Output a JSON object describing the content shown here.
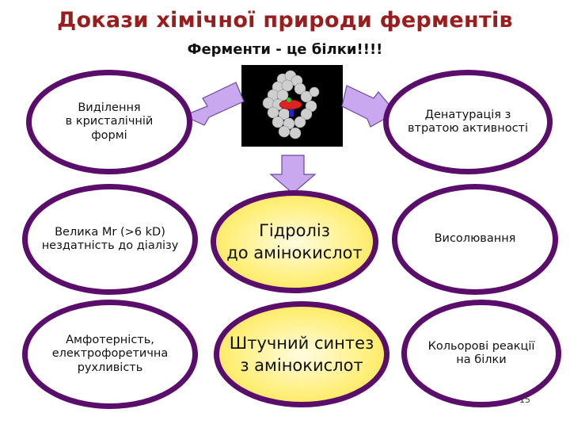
{
  "title": "Докази хімічної природи ферментів",
  "subtitle": "Ферменти - це білки!!!!",
  "nodes": {
    "crystal": [
      "Виділення",
      "в кристалічній",
      "формі"
    ],
    "denaturation": [
      "Денатурація з",
      "втратою активності"
    ],
    "mass": [
      "Велика Mr (>6 kD)",
      "нездатність до діалізу"
    ],
    "hydrolysis": [
      "Гідроліз",
      "до амінокислот"
    ],
    "salting": [
      "Висолювання"
    ],
    "amphoteric": [
      "Амфотерність,",
      "електрофоретична",
      "рухливість"
    ],
    "synthesis": [
      "Штучний синтез",
      "з амінокислот"
    ],
    "color": [
      "Кольорові реакції",
      "на білки"
    ]
  },
  "page_number": "15",
  "colors": {
    "ellipse_border": "#5a0d6b",
    "arrow_fill": "#c9a8f0",
    "title": "#9b1c1c",
    "center_fill": "#ffef7a"
  }
}
